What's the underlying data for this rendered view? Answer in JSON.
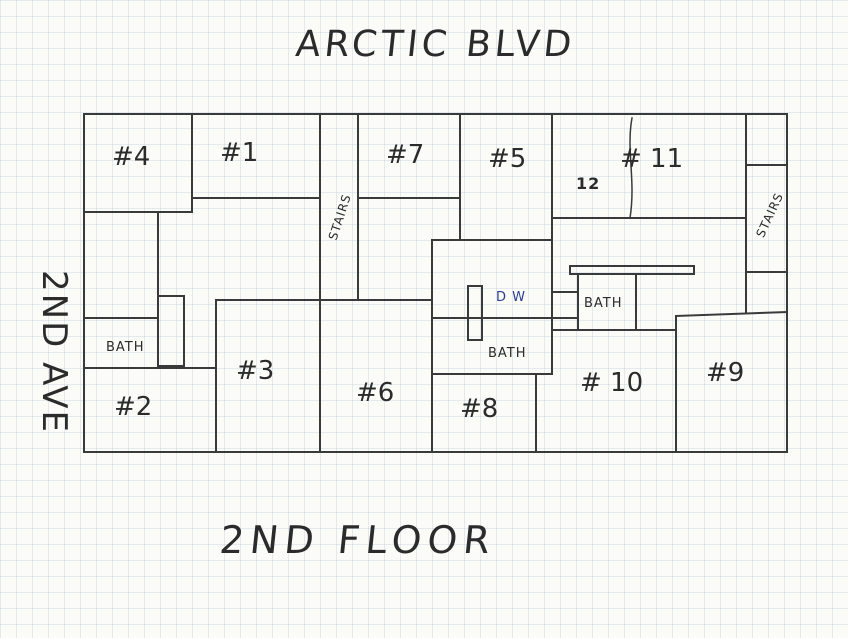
{
  "title": {
    "street": "ARCTIC BLVD",
    "floor": "2ND FLOOR",
    "side_street": "2ND AVE"
  },
  "rooms": {
    "r4": "#4",
    "r1": "#1",
    "r7": "#7",
    "r5": "#5",
    "r12": "12",
    "r11": "# 11",
    "r2": "#2",
    "r3": "#3",
    "r6": "#6",
    "r8": "#8",
    "r10": "# 10",
    "r9": "#9"
  },
  "labels": {
    "bath_left": "BATH",
    "bath_center": "BATH",
    "bath_right": "BATH",
    "dw": "D W",
    "stairs_left": "STAIRS",
    "stairs_right": "STAIRS"
  },
  "colors": {
    "ink": "#2b2b2b",
    "blue_ink": "#2c3d8f",
    "grid": "#96aac8"
  }
}
